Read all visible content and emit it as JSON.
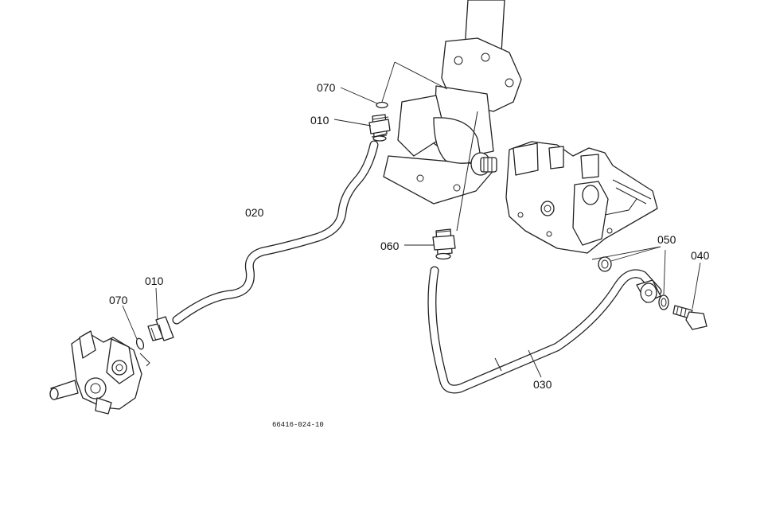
{
  "labels": {
    "l070_top": "070",
    "l010_top": "010",
    "l020": "020",
    "l060": "060",
    "l050": "050",
    "l040": "040",
    "l010_left": "010",
    "l070_left": "070",
    "l030": "030"
  },
  "drawing_number": "66416-024-10"
}
